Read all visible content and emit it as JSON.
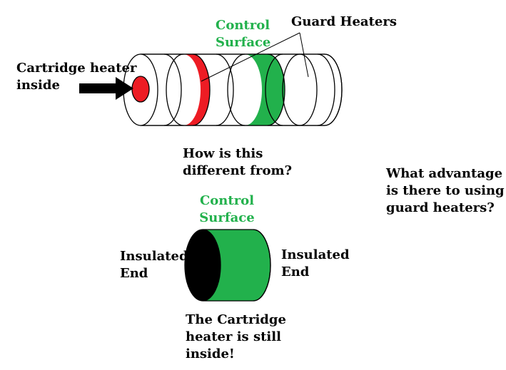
{
  "labels": {
    "cartridge_heater": [
      "Cartridge heater",
      "inside"
    ],
    "control_surface_top": [
      "Control",
      "Surface"
    ],
    "guard_heaters": "Guard Heaters",
    "question_difference": [
      "How is this",
      "different from?"
    ],
    "question_advantage": [
      "What advantage",
      "is there to using",
      "guard heaters?"
    ],
    "control_surface_bottom": [
      "Control",
      "Surface"
    ],
    "insulated_end_left": [
      "Insulated",
      "End"
    ],
    "insulated_end_right": [
      "Insulated",
      "End"
    ],
    "still_inside": [
      "The Cartridge",
      "heater is still",
      "inside!"
    ]
  },
  "colors": {
    "heater_red": "#ed1c24",
    "control_green": "#22b14c",
    "insulated_black": "#000000",
    "outline": "#000000",
    "label_green": "#22b14c"
  }
}
